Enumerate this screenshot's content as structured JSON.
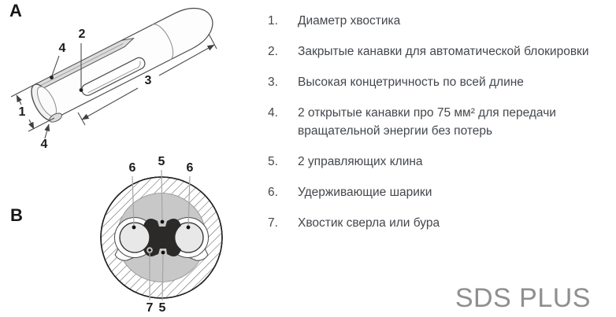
{
  "figure": {
    "view_a_label": "A",
    "view_b_label": "B",
    "watermark": "SDS PLUS",
    "callouts_a": {
      "shank_diameter": "1",
      "closed_groove": "2",
      "full_length": "3",
      "open_groove_top": "4",
      "open_groove_bottom": "4"
    },
    "callouts_b": {
      "wedge_top": "5",
      "wedge_bottom": "5",
      "ball_left": "6",
      "ball_right": "6",
      "shank_section": "7"
    }
  },
  "legend": {
    "items": [
      {
        "num": "1.",
        "text": "Диаметр хвостика"
      },
      {
        "num": "2.",
        "text": "Закрытые канавки для автоматической блокировки"
      },
      {
        "num": "3.",
        "text": "Высокая концетричность по всей длине"
      },
      {
        "num": "4.",
        "text": "2 открытые канавки про 75 мм² для передачи вращательной энергии без потерь"
      },
      {
        "num": "5.",
        "text": "2 управляющих клина"
      },
      {
        "num": "6.",
        "text": "Удерживающие шарики"
      },
      {
        "num": "7.",
        "text": "Хвостик сверла или бура"
      }
    ]
  },
  "colors": {
    "outline": "#4a4a4a",
    "leader_gray": "#a5a5a5",
    "gray_disc": "#c8c8c8",
    "ball_fill": "#e8e8e8",
    "shank_black": "#2b2a28",
    "groove_fill": "#dcdcdc",
    "legend_text": "#43474c",
    "watermark_gray": "#8f8f8f"
  }
}
